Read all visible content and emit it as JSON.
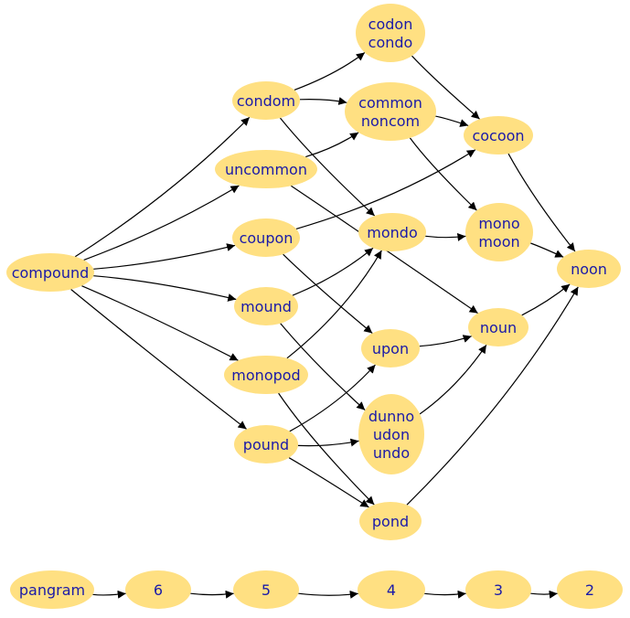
{
  "nodes": [
    {
      "id": "compound",
      "lines": [
        "compound"
      ]
    },
    {
      "id": "condom",
      "lines": [
        "condom"
      ]
    },
    {
      "id": "uncommon",
      "lines": [
        "uncommon"
      ]
    },
    {
      "id": "coupon",
      "lines": [
        "coupon"
      ]
    },
    {
      "id": "mound",
      "lines": [
        "mound"
      ]
    },
    {
      "id": "monopod",
      "lines": [
        "monopod"
      ]
    },
    {
      "id": "pound",
      "lines": [
        "pound"
      ]
    },
    {
      "id": "codon_condo",
      "lines": [
        "codon",
        "condo"
      ]
    },
    {
      "id": "common_noncom",
      "lines": [
        "common",
        "noncom"
      ]
    },
    {
      "id": "mondo",
      "lines": [
        "mondo"
      ]
    },
    {
      "id": "upon",
      "lines": [
        "upon"
      ]
    },
    {
      "id": "dunno_udon_undo",
      "lines": [
        "dunno",
        "udon",
        "undo"
      ]
    },
    {
      "id": "pond",
      "lines": [
        "pond"
      ]
    },
    {
      "id": "cocoon",
      "lines": [
        "cocoon"
      ]
    },
    {
      "id": "mono_moon",
      "lines": [
        "mono",
        "moon"
      ]
    },
    {
      "id": "noun",
      "lines": [
        "noun"
      ]
    },
    {
      "id": "noon",
      "lines": [
        "noon"
      ]
    },
    {
      "id": "pangram",
      "lines": [
        "pangram"
      ]
    },
    {
      "id": "l6",
      "lines": [
        "6"
      ]
    },
    {
      "id": "l5",
      "lines": [
        "5"
      ]
    },
    {
      "id": "l4",
      "lines": [
        "4"
      ]
    },
    {
      "id": "l3",
      "lines": [
        "3"
      ]
    },
    {
      "id": "l2",
      "lines": [
        "2"
      ]
    }
  ],
  "edges": [
    [
      "compound",
      "condom"
    ],
    [
      "compound",
      "uncommon"
    ],
    [
      "compound",
      "coupon"
    ],
    [
      "compound",
      "mound"
    ],
    [
      "compound",
      "monopod"
    ],
    [
      "compound",
      "pound"
    ],
    [
      "condom",
      "codon_condo"
    ],
    [
      "condom",
      "common_noncom"
    ],
    [
      "condom",
      "mondo"
    ],
    [
      "uncommon",
      "common_noncom"
    ],
    [
      "uncommon",
      "noun"
    ],
    [
      "coupon",
      "cocoon"
    ],
    [
      "coupon",
      "upon"
    ],
    [
      "mound",
      "mondo"
    ],
    [
      "mound",
      "dunno_udon_undo"
    ],
    [
      "monopod",
      "mondo"
    ],
    [
      "monopod",
      "pond"
    ],
    [
      "pound",
      "upon"
    ],
    [
      "pound",
      "dunno_udon_undo"
    ],
    [
      "pound",
      "pond"
    ],
    [
      "codon_condo",
      "cocoon"
    ],
    [
      "common_noncom",
      "cocoon"
    ],
    [
      "common_noncom",
      "mono_moon"
    ],
    [
      "mondo",
      "mono_moon"
    ],
    [
      "upon",
      "noun"
    ],
    [
      "dunno_udon_undo",
      "noun"
    ],
    [
      "pond",
      "noon"
    ],
    [
      "cocoon",
      "noon"
    ],
    [
      "mono_moon",
      "noon"
    ],
    [
      "noun",
      "noon"
    ],
    [
      "pangram",
      "l6"
    ],
    [
      "l6",
      "l5"
    ],
    [
      "l5",
      "l4"
    ],
    [
      "l4",
      "l3"
    ],
    [
      "l3",
      "l2"
    ]
  ]
}
